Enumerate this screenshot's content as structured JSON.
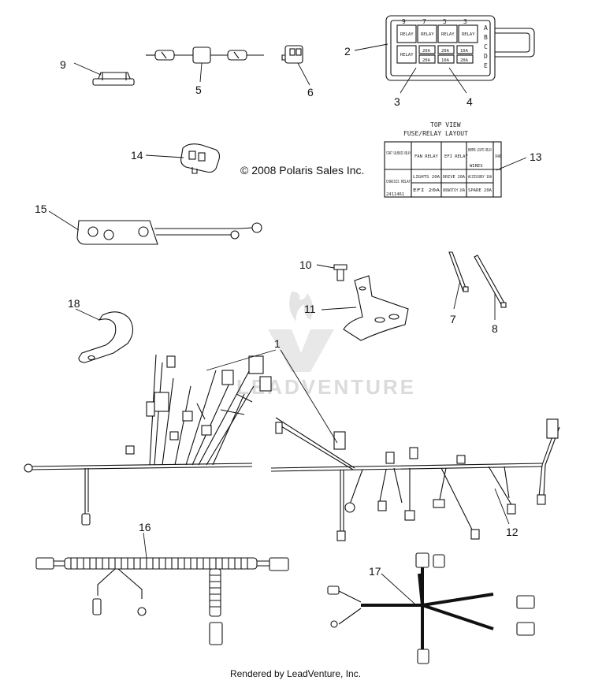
{
  "callouts": {
    "c1": "1",
    "c2": "2",
    "c3": "3",
    "c4": "4",
    "c5": "5",
    "c6": "6",
    "c7": "7",
    "c8": "8",
    "c9": "9",
    "c10": "10",
    "c11": "11",
    "c12": "12",
    "c13": "13",
    "c14": "14",
    "c15": "15",
    "c16": "16",
    "c17": "17",
    "c18": "18"
  },
  "copyright": "© 2008 Polaris Sales Inc.",
  "watermark": "LEADVENTURE",
  "footer": "Rendered by LeadVenture, Inc.",
  "fuse_box": {
    "slot_numbers": [
      "9",
      "7",
      "5",
      "3"
    ],
    "side_letters": [
      "A",
      "B",
      "C",
      "D",
      "E"
    ],
    "relay_labels": [
      "RELAY",
      "RELAY",
      "RELAY",
      "RELAY"
    ],
    "fuse_row1": [
      "20A",
      "20A",
      "10A"
    ],
    "fuse_row2": [
      "20A",
      "10A",
      "20A"
    ],
    "relay_bottom": "RELAY"
  },
  "layout_label": {
    "title1": "TOP VIEW",
    "title2": "FUSE/RELAY LAYOUT",
    "start_relay": "START SOLENOID RELAY",
    "fan_relay": "FAN RELAY",
    "efi_relay": "EFI RELAY",
    "bumper_relay": "BUMPER LIGHTS RELAY",
    "spare_side": "SPARE",
    "wires": "WIRES",
    "chassis_relay": "CHASSIS RELAY",
    "lights": "LIGHTS 20A",
    "drive": "DRIVE 20A",
    "accessory": "ACCESSORY 10A",
    "efi_fuse": "EFI 20A",
    "unswitch": "UNSWITCH 10A",
    "spare_fuse": "SPARE 20A",
    "part_no": "2411461"
  }
}
